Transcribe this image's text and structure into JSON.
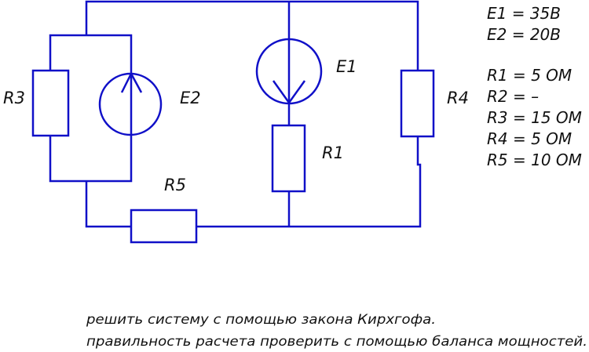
{
  "labels": {
    "R3": "R3",
    "E2": "E2",
    "E1": "E1",
    "R4": "R4",
    "R1": "R1",
    "R5": "R5"
  },
  "params": [
    "E1 = 35В",
    "E2 = 20В",
    "R1 = 5 ОМ",
    "R2 = –",
    "R3 = 15 ОМ",
    "R4 = 5 ОМ",
    "R5 = 10 ОМ"
  ],
  "task": {
    "line1": "решить систему с помощью закона Кирхгофа.",
    "line2": "правильность расчета проверить с помощью баланса мощностей."
  },
  "colors": {
    "wire": "#1010c8",
    "text": "#111111"
  }
}
